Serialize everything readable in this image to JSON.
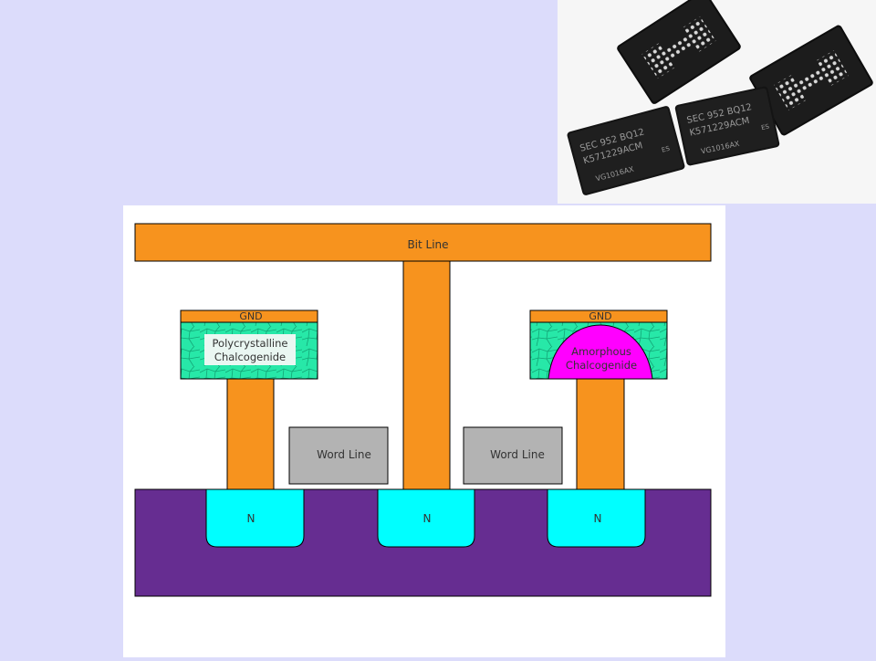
{
  "diagram": {
    "bit_line_label": "Bit Line",
    "left_cell": {
      "gnd_label": "GND",
      "chalcogenide_label_1": "Polycrystalline",
      "chalcogenide_label_2": "Chalcogenide"
    },
    "right_cell": {
      "gnd_label": "GND",
      "chalcogenide_label_1": "Amorphous",
      "chalcogenide_label_2": "Chalcogenide"
    },
    "word_lines": [
      "Word Line",
      "Word Line"
    ],
    "n_regions": [
      "N",
      "N",
      "N"
    ],
    "colors": {
      "metal": "#f7931e",
      "phase_change": "#27e8a8",
      "amorphous": "#ff00ff",
      "substrate": "#662d91",
      "n_doped": "#00ffff",
      "word_line": "#b3b3b3"
    }
  },
  "photo": {
    "chips": [
      {
        "line1": "SEC 952 BQ12",
        "line2": "K571229ACM",
        "line3": "VG1016AX",
        "suffix": "ES"
      },
      {
        "line1": "SEC 952 BQ12",
        "line2": "K571229ACM",
        "line3": "VG1016AX",
        "suffix": "ES"
      }
    ]
  }
}
